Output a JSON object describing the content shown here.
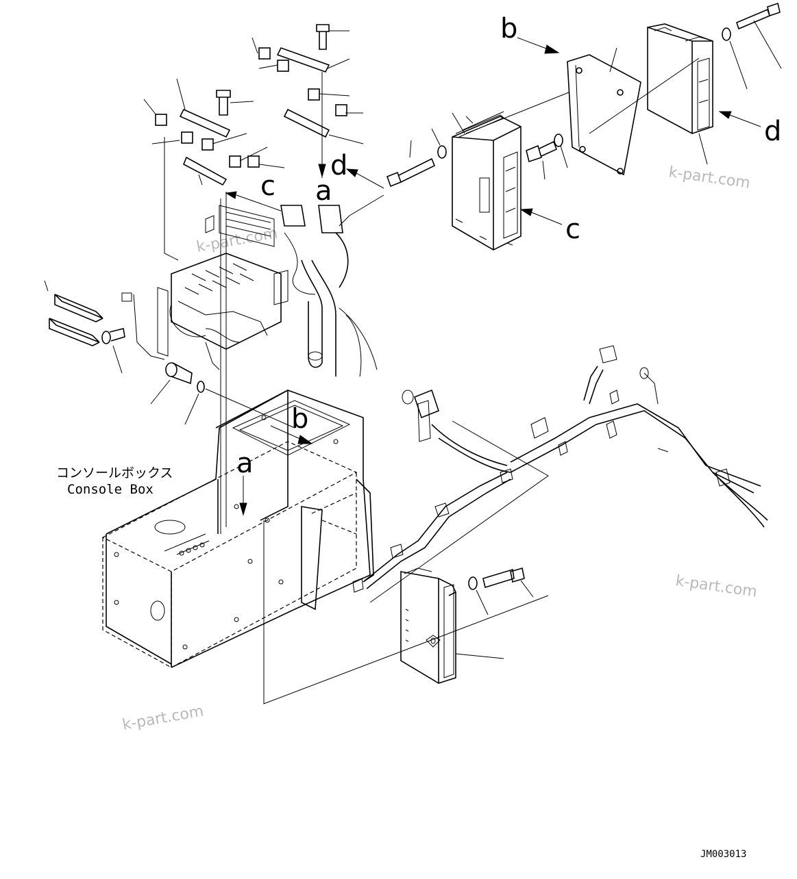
{
  "labels": {
    "console_box_jp": "コンソールボックス",
    "console_box_en": "Console Box",
    "drawing_code": "JM003013",
    "watermark": "k-part.com"
  },
  "callouts": {
    "a": "a",
    "b": "b",
    "c": "c",
    "d": "d"
  }
}
